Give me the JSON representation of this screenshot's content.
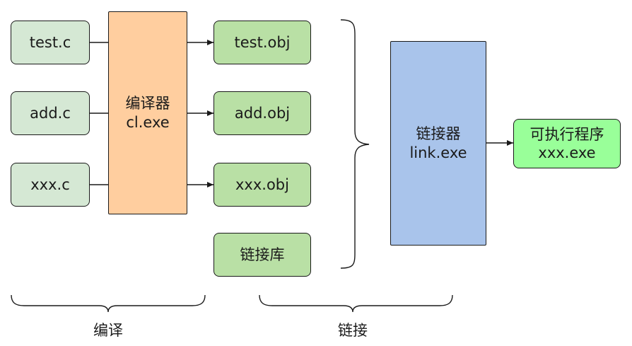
{
  "sources": [
    "test.c",
    "add.c",
    "xxx.c"
  ],
  "compiler": {
    "name": "编译器",
    "exe": "cl.exe"
  },
  "objects": [
    "test.obj",
    "add.obj",
    "xxx.obj"
  ],
  "library": "链接库",
  "linker": {
    "name": "链接器",
    "exe": "link.exe"
  },
  "output": {
    "name": "可执行程序",
    "exe": "xxx.exe"
  },
  "stages": {
    "compile": "编译",
    "link": "链接"
  }
}
